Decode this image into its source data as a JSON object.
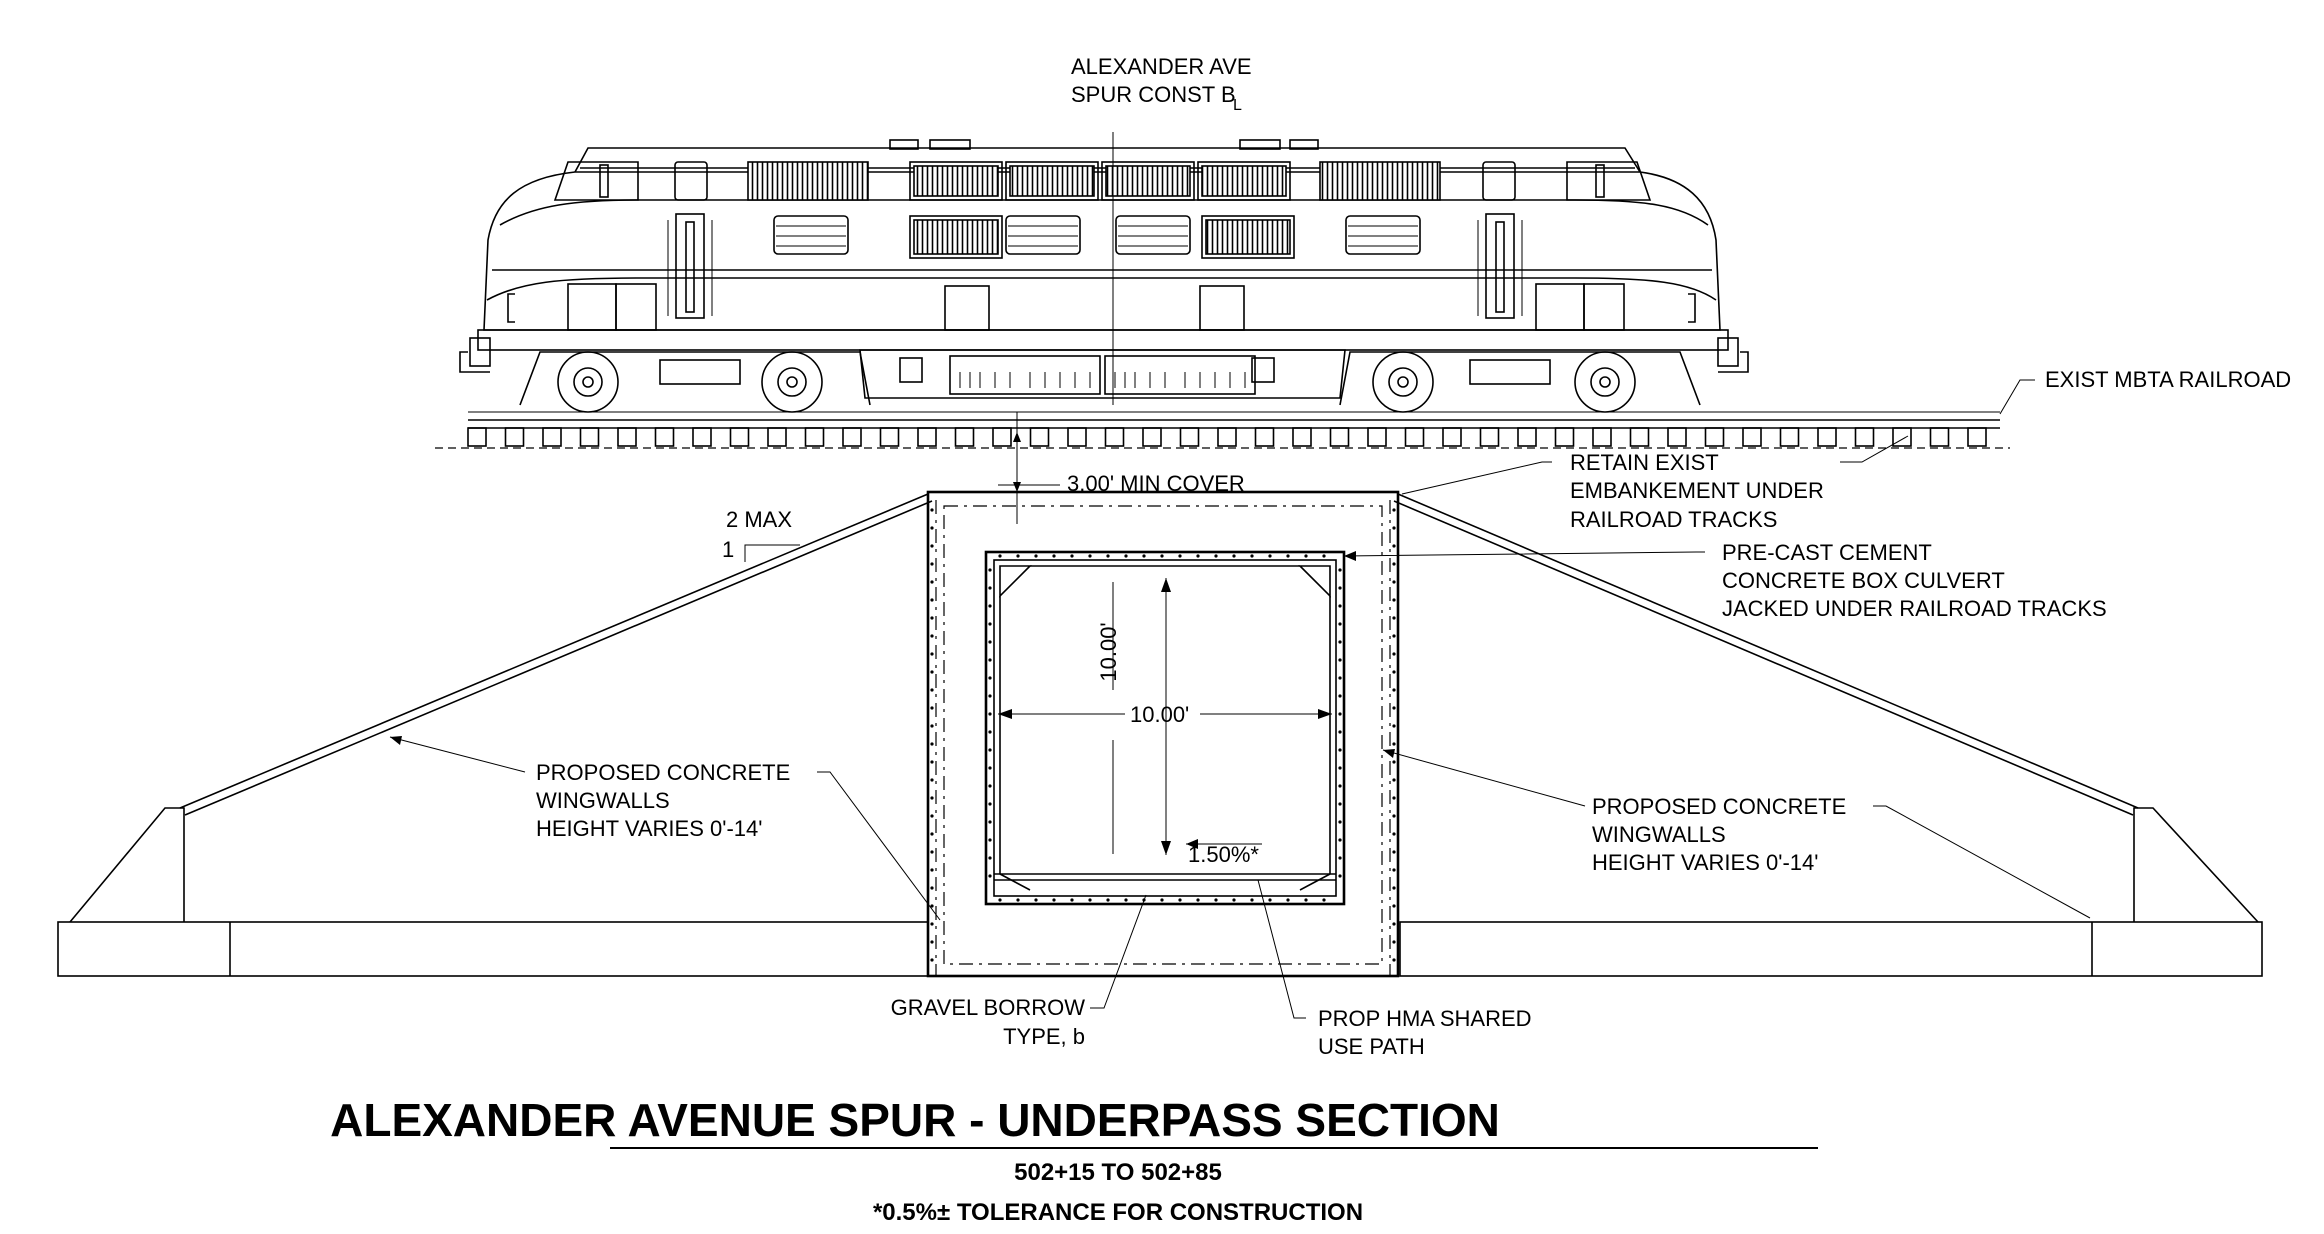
{
  "labels": {
    "centerline": [
      "ALEXANDER AVE",
      "SPUR CONST B"
    ],
    "centerline_mark": "L",
    "exist_railroad": "EXIST MBTA RAILROAD",
    "min_cover": "3.00' MIN COVER",
    "retain": [
      "RETAIN EXIST",
      "EMBANKEMENT UNDER",
      "RAILROAD TRACKS"
    ],
    "precast": [
      "PRE-CAST CEMENT",
      "CONCRETE BOX CULVERT",
      "JACKED UNDER RAILROAD TRACKS"
    ],
    "slope_top": "2 MAX",
    "slope_bottom": "1",
    "height_dim": "10.00'",
    "width_dim": "10.00'",
    "grade": "1.50%*",
    "wing_left": [
      "PROPOSED CONCRETE",
      "WINGWALLS",
      "HEIGHT VARIES 0'-14'"
    ],
    "wing_right": [
      "PROPOSED CONCRETE",
      "WINGWALLS",
      "HEIGHT VARIES 0'-14'"
    ],
    "gravel": [
      "GRAVEL BORROW",
      "TYPE, b"
    ],
    "hma": [
      "PROP HMA SHARED",
      "USE PATH"
    ]
  },
  "title": {
    "main": "ALEXANDER AVENUE SPUR - UNDERPASS SECTION",
    "stations": "502+15 TO 502+85",
    "note": "*0.5%± TOLERANCE FOR CONSTRUCTION"
  }
}
